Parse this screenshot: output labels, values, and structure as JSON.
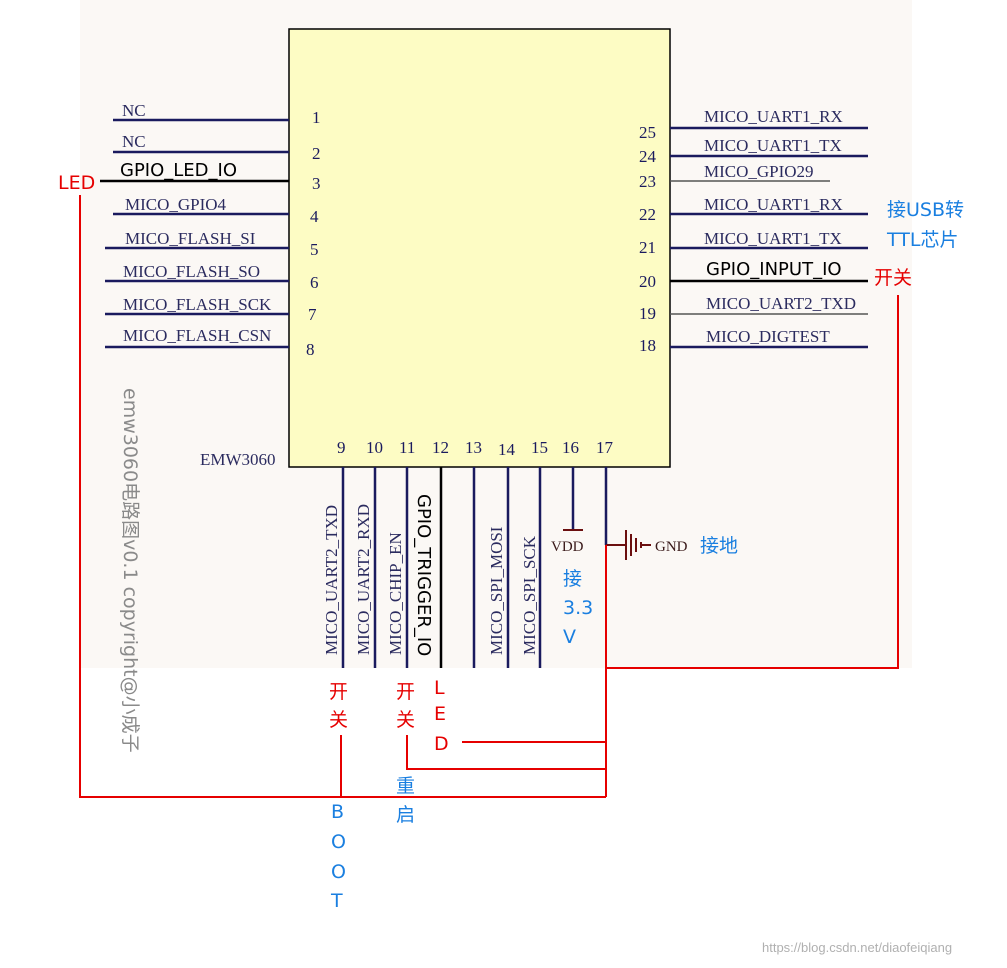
{
  "chip": {
    "name": "EMW3060",
    "fill": "#fdfcc4",
    "left_pins": [
      {
        "num": "1",
        "label": "NC"
      },
      {
        "num": "2",
        "label": "NC"
      },
      {
        "num": "3",
        "label": "GPIO_LED_IO"
      },
      {
        "num": "4",
        "label": "MICO_GPIO4"
      },
      {
        "num": "5",
        "label": "MICO_FLASH_SI"
      },
      {
        "num": "6",
        "label": "MICO_FLASH_SO"
      },
      {
        "num": "7",
        "label": "MICO_FLASH_SCK"
      },
      {
        "num": "8",
        "label": "MICO_FLASH_CSN"
      }
    ],
    "right_pins": [
      {
        "num": "25",
        "label": "MICO_UART1_RX"
      },
      {
        "num": "24",
        "label": "MICO_UART1_TX"
      },
      {
        "num": "23",
        "label": "MICO_GPIO29"
      },
      {
        "num": "22",
        "label": "MICO_UART1_RX"
      },
      {
        "num": "21",
        "label": "MICO_UART1_TX"
      },
      {
        "num": "20",
        "label": "GPIO_INPUT_IO"
      },
      {
        "num": "19",
        "label": "MICO_UART2_TXD"
      },
      {
        "num": "18",
        "label": "MICO_DIGTEST"
      }
    ],
    "bottom_pins": [
      {
        "num": "9",
        "label": "MICO_UART2_TXD"
      },
      {
        "num": "10",
        "label": "MICO_UART2_RXD"
      },
      {
        "num": "11",
        "label": "MICO_CHIP_EN"
      },
      {
        "num": "12",
        "label": "GPIO_TRIGGER_IO"
      },
      {
        "num": "13",
        "label": ""
      },
      {
        "num": "14",
        "label": "MICO_SPI_MOSI"
      },
      {
        "num": "15",
        "label": "MICO_SPI_SCK"
      },
      {
        "num": "16",
        "label": ""
      },
      {
        "num": "17",
        "label": ""
      }
    ]
  },
  "power": {
    "vdd": "VDD",
    "gnd": "GND"
  },
  "annotations": {
    "led_left": "LED",
    "usb_line1": "接USB转",
    "usb_line2": "TTL芯片",
    "switch_right": "开关",
    "ground": "接地",
    "v33": [
      "接",
      "3.3",
      "V"
    ],
    "switch_boot": [
      "开",
      "关"
    ],
    "switch_reset": [
      "开",
      "关"
    ],
    "led_bottom": [
      "L",
      "E",
      "D"
    ],
    "reset": [
      "重",
      "启"
    ],
    "boot": [
      "B",
      "O",
      "O",
      "T"
    ]
  },
  "copyright": "emw3060电路图v0.1 copyright@小成子",
  "watermark": "https://blog.csdn.net/diaofeiqiang",
  "colors": {
    "pin": "#1a1a5e",
    "annotation_red": "#e60000",
    "annotation_blue": "#1a7fe0"
  }
}
